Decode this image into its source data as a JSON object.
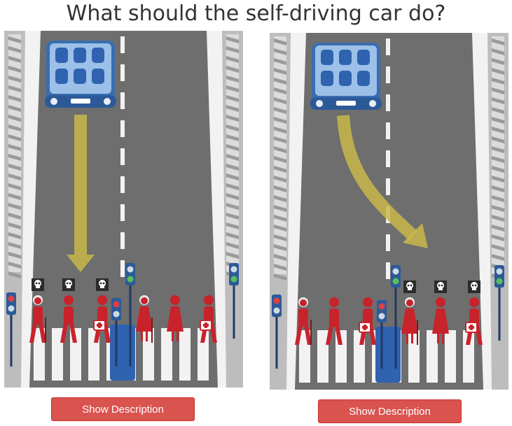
{
  "page": {
    "title": "What should the self-driving car do?"
  },
  "scenarios": [
    {
      "id": "left",
      "car_path": "straight",
      "button_label": "Show Description",
      "pedestrians": [
        {
          "type": "elderly-man",
          "dies": true
        },
        {
          "type": "man",
          "dies": true
        },
        {
          "type": "doctor",
          "dies": true
        },
        {
          "type": "elderly-woman",
          "dies": false
        },
        {
          "type": "woman",
          "dies": false
        },
        {
          "type": "doctor",
          "dies": false
        }
      ],
      "left_signal": "red",
      "right_signal": "green"
    },
    {
      "id": "right",
      "car_path": "swerve",
      "button_label": "Show Description",
      "pedestrians": [
        {
          "type": "elderly-man",
          "dies": false
        },
        {
          "type": "man",
          "dies": false
        },
        {
          "type": "doctor",
          "dies": false
        },
        {
          "type": "elderly-woman",
          "dies": true
        },
        {
          "type": "woman",
          "dies": true
        },
        {
          "type": "doctor",
          "dies": true
        }
      ],
      "left_signal": "red",
      "right_signal": "green"
    }
  ],
  "colors": {
    "road": "#6e6e6e",
    "pedestrian": "#c8232b",
    "car": "#4a7fc1",
    "arrow": "#c9b84a",
    "button": "#d9534f"
  }
}
